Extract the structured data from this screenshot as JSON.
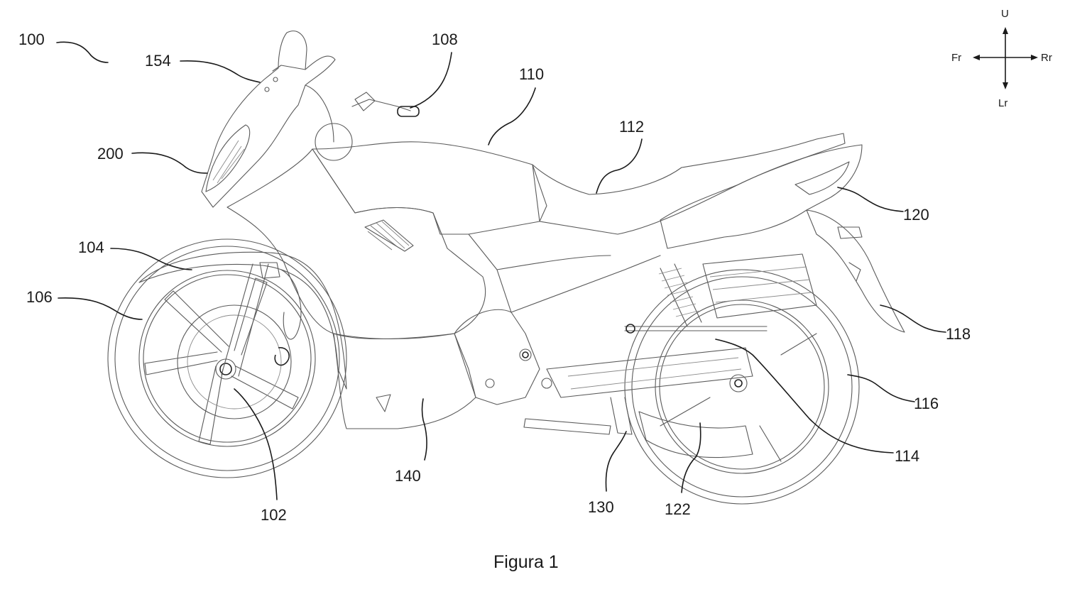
{
  "figure": {
    "caption": "Figura 1",
    "subject": "motorcycle"
  },
  "reference_numerals": {
    "r100": "100",
    "r102": "102",
    "r104": "104",
    "r106": "106",
    "r108": "108",
    "r110": "110",
    "r112": "112",
    "r114": "114",
    "r116": "116",
    "r118": "118",
    "r120": "120",
    "r122": "122",
    "r130": "130",
    "r140": "140",
    "r154": "154",
    "r200": "200"
  },
  "direction_indicator": {
    "up": "U",
    "down": "Lr",
    "front": "Fr",
    "rear": "Rr"
  }
}
